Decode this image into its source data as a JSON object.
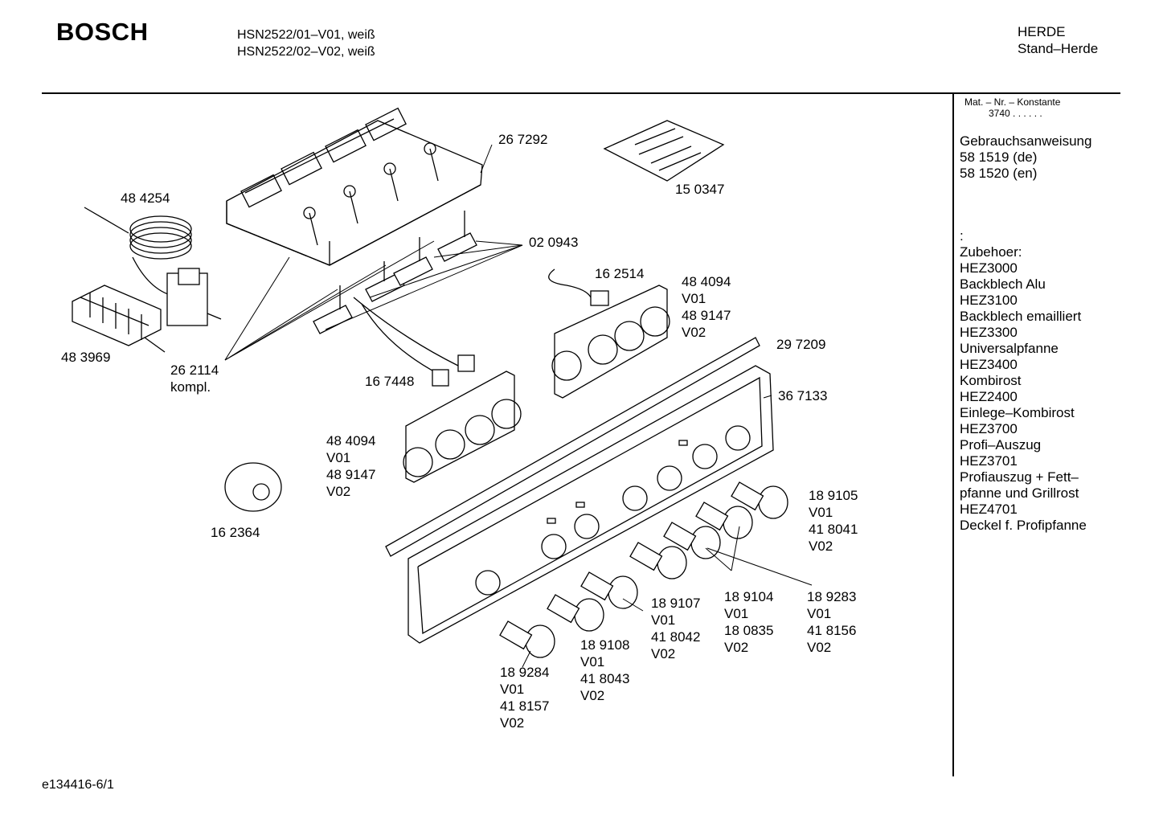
{
  "header": {
    "brand": "BOSCH",
    "models": [
      "HSN2522/01–V01, weiß",
      "HSN2522/02–V02, weiß"
    ],
    "category": [
      "HERDE",
      "Stand–Herde"
    ]
  },
  "sidebar": {
    "mat_label": "Mat. – Nr. – Konstante",
    "mat_value": "3740 . . . . . .",
    "manual_title": "Gebrauchsanweisung",
    "manual_items": [
      "58 1519 (de)",
      "58 1520 (en)"
    ],
    "colon": ":",
    "accessories_title": "Zubehoer:",
    "accessories": [
      "HEZ3000",
      "Backblech Alu",
      "HEZ3100",
      "Backblech emailliert",
      "HEZ3300",
      "Universalpfanne",
      "HEZ3400",
      "Kombirost",
      "HEZ2400",
      "Einlege–Kombirost",
      "HEZ3700",
      "Profi–Auszug",
      "HEZ3701",
      "Profiauszug + Fett–",
      "pfanne und Grillrost",
      "HEZ4701",
      "Deckel f. Profipfanne"
    ]
  },
  "parts": {
    "p267292": [
      "26 7292"
    ],
    "p150347": [
      "15 0347"
    ],
    "p484254": [
      "48 4254"
    ],
    "p020943": [
      "02 0943"
    ],
    "p162514": [
      "16 2514"
    ],
    "p484094_top": [
      "48 4094",
      "V01",
      "48 9147",
      "V02"
    ],
    "p483969": [
      "48 3969"
    ],
    "p262114": [
      "26 2114",
      "kompl."
    ],
    "p167448": [
      "16 7448"
    ],
    "p297209": [
      "29 7209"
    ],
    "p367133": [
      "36 7133"
    ],
    "p484094_mid": [
      "48 4094",
      "V01",
      "48 9147",
      "V02"
    ],
    "p162364": [
      "16 2364"
    ],
    "p189105": [
      "18 9105",
      "V01",
      "41 8041",
      "V02"
    ],
    "p189107": [
      "18 9107",
      "V01",
      "41 8042",
      "V02"
    ],
    "p189104": [
      "18 9104",
      "V01",
      "18 0835",
      "V02"
    ],
    "p189283": [
      "18 9283",
      "V01",
      "41 8156",
      "V02"
    ],
    "p189108": [
      "18 9108",
      "V01",
      "41 8043",
      "V02"
    ],
    "p189284": [
      "18 9284",
      "V01",
      "41 8157",
      "V02"
    ]
  },
  "footer": {
    "doc_id": "e134416-6/1"
  }
}
